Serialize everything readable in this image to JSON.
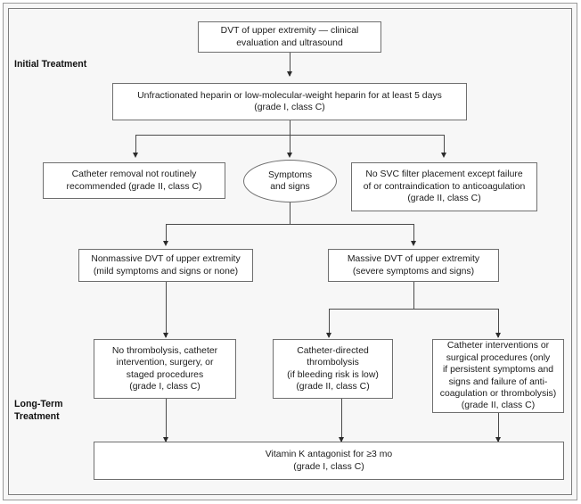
{
  "figure": {
    "type": "clinical-algorithm-flowchart",
    "sections": [
      {
        "id": "initial",
        "label": "Initial Treatment"
      },
      {
        "id": "longterm",
        "label": "Long-Term\nTreatment"
      }
    ],
    "nodes": [
      {
        "id": "dvt-evaluation",
        "shape": "rect",
        "text": "DVT of upper extremity — clinical\nevaluation and ultrasound"
      },
      {
        "id": "heparin",
        "shape": "rect",
        "text": "Unfractionated heparin or low-molecular-weight heparin for at least 5 days\n(grade I, class C)"
      },
      {
        "id": "catheter-removal",
        "shape": "rect",
        "text": "Catheter removal not routinely\nrecommended (grade II, class C)"
      },
      {
        "id": "symptoms-and-signs",
        "shape": "ellipse",
        "text": "Symptoms\nand signs"
      },
      {
        "id": "svc-filter",
        "shape": "rect",
        "text": "No SVC filter placement except failure\nof or contraindication to anticoagulation\n(grade II, class C)"
      },
      {
        "id": "nonmassive-dvt",
        "shape": "rect",
        "text": "Nonmassive DVT of upper extremity\n(mild symptoms and signs or none)"
      },
      {
        "id": "massive-dvt",
        "shape": "rect",
        "text": "Massive DVT of upper extremity\n(severe symptoms and signs)"
      },
      {
        "id": "no-thrombolysis",
        "shape": "rect",
        "text": "No thrombolysis, catheter\nintervention, surgery, or\nstaged procedures\n(grade I, class C)"
      },
      {
        "id": "catheter-directed-thrombolysis",
        "shape": "rect",
        "text": "Catheter-directed\nthrombolysis\n(if bleeding risk is low)\n(grade II, class C)"
      },
      {
        "id": "catheter-interventions",
        "shape": "rect",
        "text": "Catheter interventions or\nsurgical procedures (only\nif persistent symptoms and\nsigns and failure of anti-\ncoagulation or thrombolysis)\n(grade II, class C)"
      },
      {
        "id": "vitamin-k",
        "shape": "rect",
        "text": "Vitamin K antagonist for ≥3 mo\n(grade I, class C)"
      }
    ],
    "colors": {
      "page_background": "#ffffff",
      "panel_background": "#f7f7f7",
      "node_fill": "#ffffff",
      "node_border": "#6f6f6f",
      "connector": "#4a4a4a",
      "arrowhead": "#2b2b2b",
      "text": "#1b1b1b"
    }
  }
}
